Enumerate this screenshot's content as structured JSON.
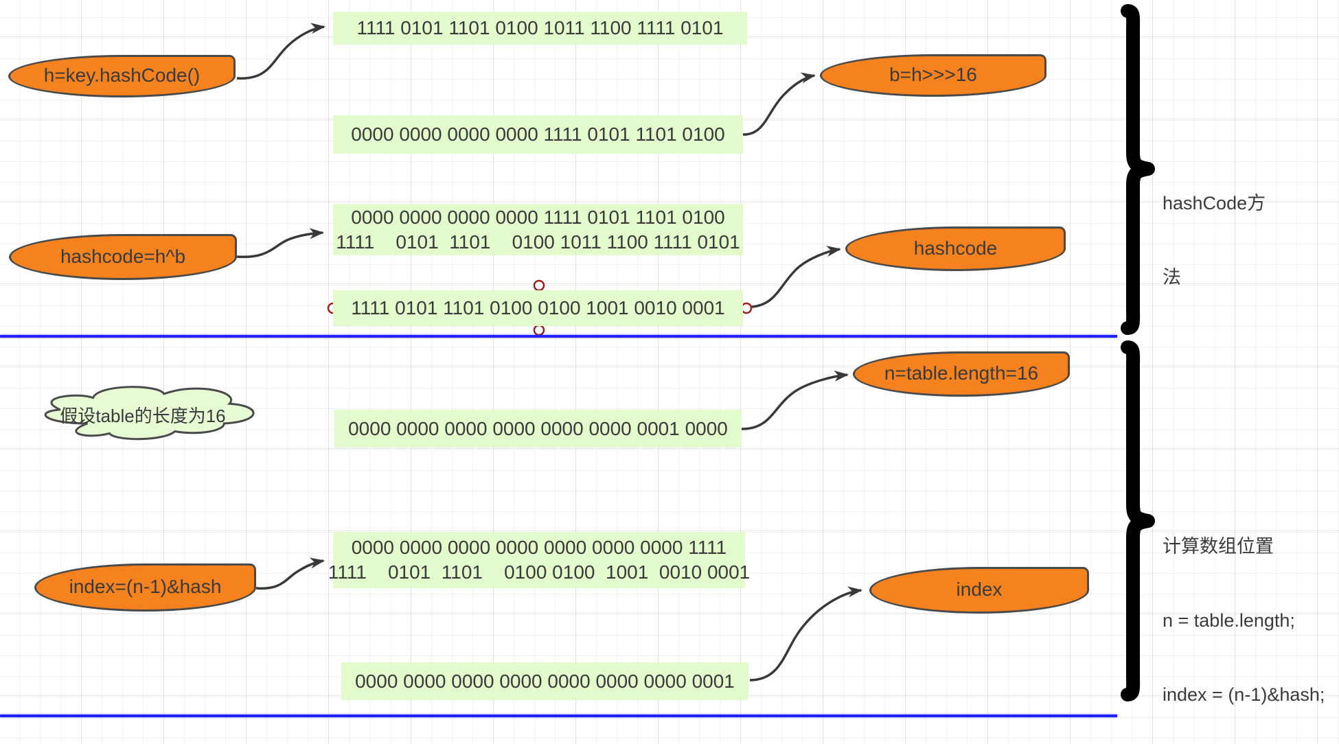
{
  "diagram": {
    "orange_nodes": [
      {
        "label": "h=key.hashCode()"
      },
      {
        "label": "b=h>>>16"
      },
      {
        "label": "hashcode=h^b"
      },
      {
        "label": "hashcode"
      },
      {
        "label": "n=table.length=16"
      },
      {
        "label": "index=(n-1)&hash"
      },
      {
        "label": "index"
      }
    ],
    "binary_boxes": [
      {
        "lines": [
          "1111 0101 1101 0100 1011 1100 1111 0101"
        ]
      },
      {
        "lines": [
          "0000 0000 0000 0000 1111 0101 1101 0100"
        ]
      },
      {
        "lines": [
          "0000 0000 0000 0000 1111 0101 1101 0100",
          "1111    0101  1101    0100 1011 1100 1111 0101"
        ]
      },
      {
        "lines": [
          "1111 0101 1101 0100 0100 1001 0010 0001"
        ]
      },
      {
        "lines": [
          "0000 0000 0000 0000 0000 0000 0001 0000"
        ]
      },
      {
        "lines": [
          "0000 0000 0000 0000 0000 0000 0000 1111",
          "1111    0101  1101    0100 0100  1001  0010 0001"
        ]
      },
      {
        "lines": [
          "0000 0000 0000 0000 0000 0000 0000 0001"
        ]
      }
    ],
    "cloud_note": "假设table的长度为16",
    "brace_labels": [
      {
        "lines": [
          "hashCode方",
          "法"
        ]
      },
      {
        "lines": [
          "计算数组位置",
          "n = table.length;",
          "index = (n-1)&hash;"
        ]
      }
    ],
    "colors": {
      "node_fill": "#f5821f",
      "node_border": "#4a4a4a",
      "binary_fill": "#e3facc",
      "cloud_fill": "#e6fbd4",
      "divider": "#2222fe",
      "arrow": "#383838",
      "brace": "#000000",
      "handle": "#9c1c1c"
    }
  }
}
